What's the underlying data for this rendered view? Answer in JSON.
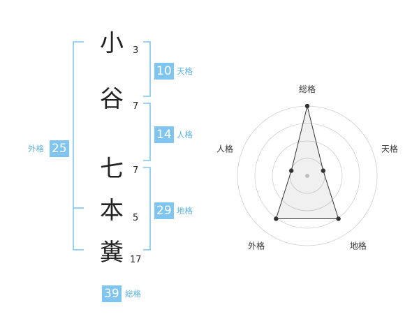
{
  "name": {
    "chars": [
      {
        "char": "小",
        "strokes": "3"
      },
      {
        "char": "谷",
        "strokes": "7"
      },
      {
        "char": "七",
        "strokes": "7"
      },
      {
        "char": "本",
        "strokes": "5"
      },
      {
        "char": "糞",
        "strokes": "17"
      }
    ]
  },
  "kaku": {
    "tenkaku": {
      "label": "天格",
      "value": "10"
    },
    "jinkaku": {
      "label": "人格",
      "value": "14"
    },
    "chikaku": {
      "label": "地格",
      "value": "29"
    },
    "gaikaku": {
      "label": "外格",
      "value": "25"
    },
    "soukaku": {
      "label": "総格",
      "value": "39"
    }
  },
  "colors": {
    "accent": "#7fc5ef",
    "label": "#5bb3e5",
    "text": "#222222",
    "grid": "#cccccc"
  },
  "chart_data": {
    "type": "radar",
    "axes": [
      "総格",
      "天格",
      "地格",
      "外格",
      "人格"
    ],
    "values": [
      1.0,
      0.24,
      0.76,
      0.76,
      0.24
    ],
    "rings": 4,
    "range": [
      0,
      1
    ]
  }
}
